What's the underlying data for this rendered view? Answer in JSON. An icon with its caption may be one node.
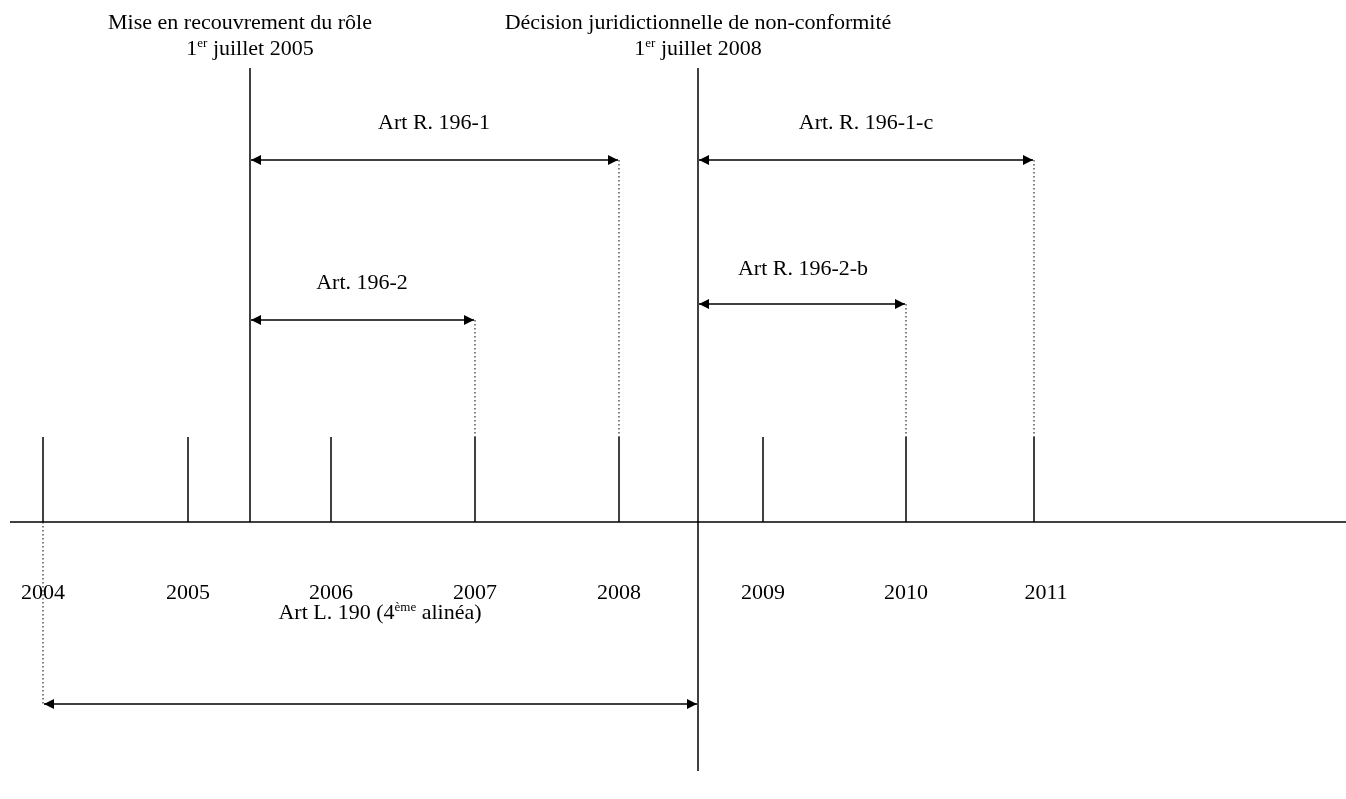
{
  "diagram": {
    "labels": [
      "Mise en recouvrement du rôle",
      "1$^{er}$ juillet 2005",
      "Décision juridictionnelle de non-conformité",
      "1$^{er}$ juillet 2008",
      "Art R. 196-1",
      "Art. R. 196-1-c",
      "Art R. 196-2-b",
      "Art. 196-2",
      "2004",
      "2005",
      "2006",
      "2007",
      "2008",
      "2009",
      "2010",
      "2011",
      "Art L. 190 (4$^{ème}$ alinéa)"
    ]
  }
}
